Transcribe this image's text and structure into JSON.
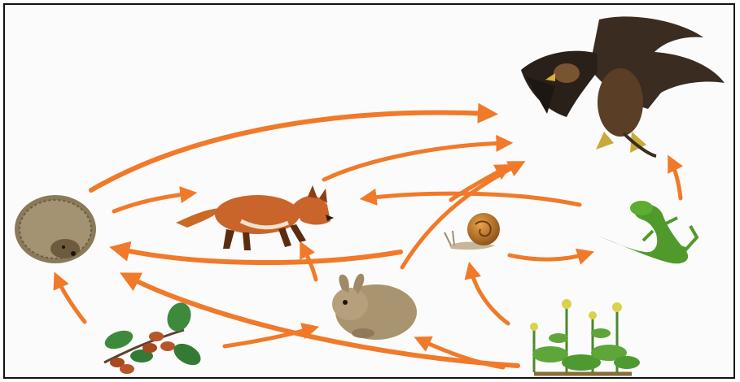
{
  "colors": {
    "arrow": "#f07a2a",
    "frame": "#111111",
    "background": "#fbfbfb"
  },
  "organisms": [
    {
      "id": "eagle",
      "icon": "eagle-icon"
    },
    {
      "id": "fox",
      "icon": "fox-icon"
    },
    {
      "id": "hedgehog",
      "icon": "hedgehog-icon"
    },
    {
      "id": "snail",
      "icon": "snail-icon"
    },
    {
      "id": "lizard",
      "icon": "lizard-icon"
    },
    {
      "id": "rabbit",
      "icon": "rabbit-icon"
    },
    {
      "id": "berries",
      "icon": "berry-branch-icon"
    },
    {
      "id": "plants",
      "icon": "flowering-plant-icon"
    }
  ],
  "food_links": [
    {
      "from": "hedgehog",
      "to": "eagle"
    },
    {
      "from": "fox",
      "to": "eagle"
    },
    {
      "from": "rabbit",
      "to": "eagle"
    },
    {
      "from": "lizard",
      "to": "eagle"
    },
    {
      "from": "hedgehog",
      "to": "fox"
    },
    {
      "from": "lizard",
      "to": "fox"
    },
    {
      "from": "rabbit",
      "to": "fox"
    },
    {
      "from": "snail",
      "to": "hedgehog"
    },
    {
      "from": "plants",
      "to": "hedgehog"
    },
    {
      "from": "berries",
      "to": "hedgehog"
    },
    {
      "from": "berries",
      "to": "rabbit"
    },
    {
      "from": "plants",
      "to": "rabbit"
    },
    {
      "from": "plants",
      "to": "snail"
    },
    {
      "from": "snail",
      "to": "lizard"
    }
  ]
}
